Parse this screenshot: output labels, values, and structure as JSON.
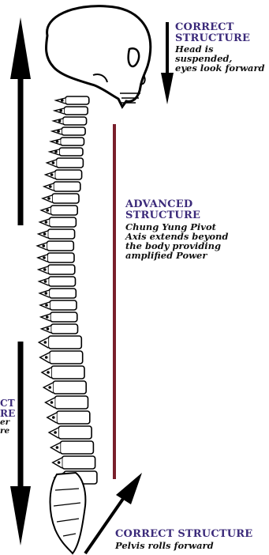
{
  "colors": {
    "heading": "#3b2a7a",
    "axis_line": "#7a1f2b",
    "ink": "#000000"
  },
  "head_label": {
    "heading_line1": "CORRECT",
    "heading_line2": "STRUCTURE",
    "sub_line1": "Head is suspended,",
    "sub_line2": "eyes look forward"
  },
  "axis_label": {
    "heading_line1": "ADVANCED",
    "heading_line2": "STRUCTURE",
    "sub_line1": "Chung Yung Pivot",
    "sub_line2": "Axis extends beyond",
    "sub_line3": "the body providing",
    "sub_line4": "amplified Power"
  },
  "left_label": {
    "heading_line1": "CT",
    "heading_line2": "RE",
    "sub_line1": "er",
    "sub_line2": "re"
  },
  "pelvis_label": {
    "heading": "CORRECT STRUCTURE",
    "sub": "Pelvis rolls forward"
  },
  "icons": [
    "spine-skeleton-illustration",
    "skull-icon",
    "arrow-up-icon",
    "arrow-down-icon",
    "arrow-diagonal-up-icon"
  ]
}
